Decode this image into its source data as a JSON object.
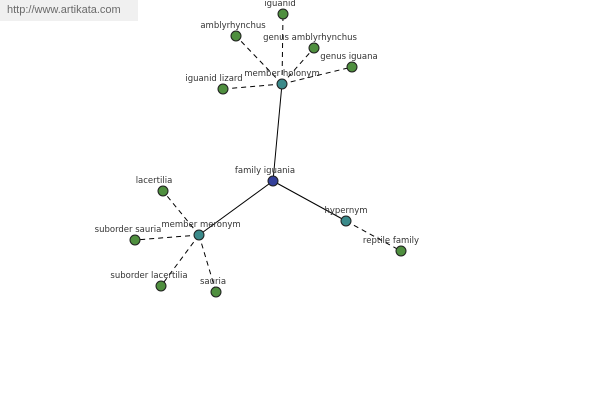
{
  "watermark": "http://www.artikata.com",
  "colors": {
    "center": "#333f99",
    "relation": "#3a8a8a",
    "leaf": "#4f8f3f"
  },
  "nodes": {
    "family_iguania": "family iguania",
    "member_holonym": "member holonym",
    "member_meronym": "member meronym",
    "hypernym": "hypernym",
    "iguanid": "iguanid",
    "amblyrhynchus": "amblyrhynchus",
    "genus_amblyrhynchus": "genus amblyrhynchus",
    "genus_iguana": "genus iguana",
    "iguanid_lizard": "iguanid lizard",
    "lacertilia": "lacertilia",
    "suborder_sauria": "suborder sauria",
    "suborder_lacertilia": "suborder lacertilia",
    "sauria": "sauria",
    "reptile_family": "reptile family"
  }
}
